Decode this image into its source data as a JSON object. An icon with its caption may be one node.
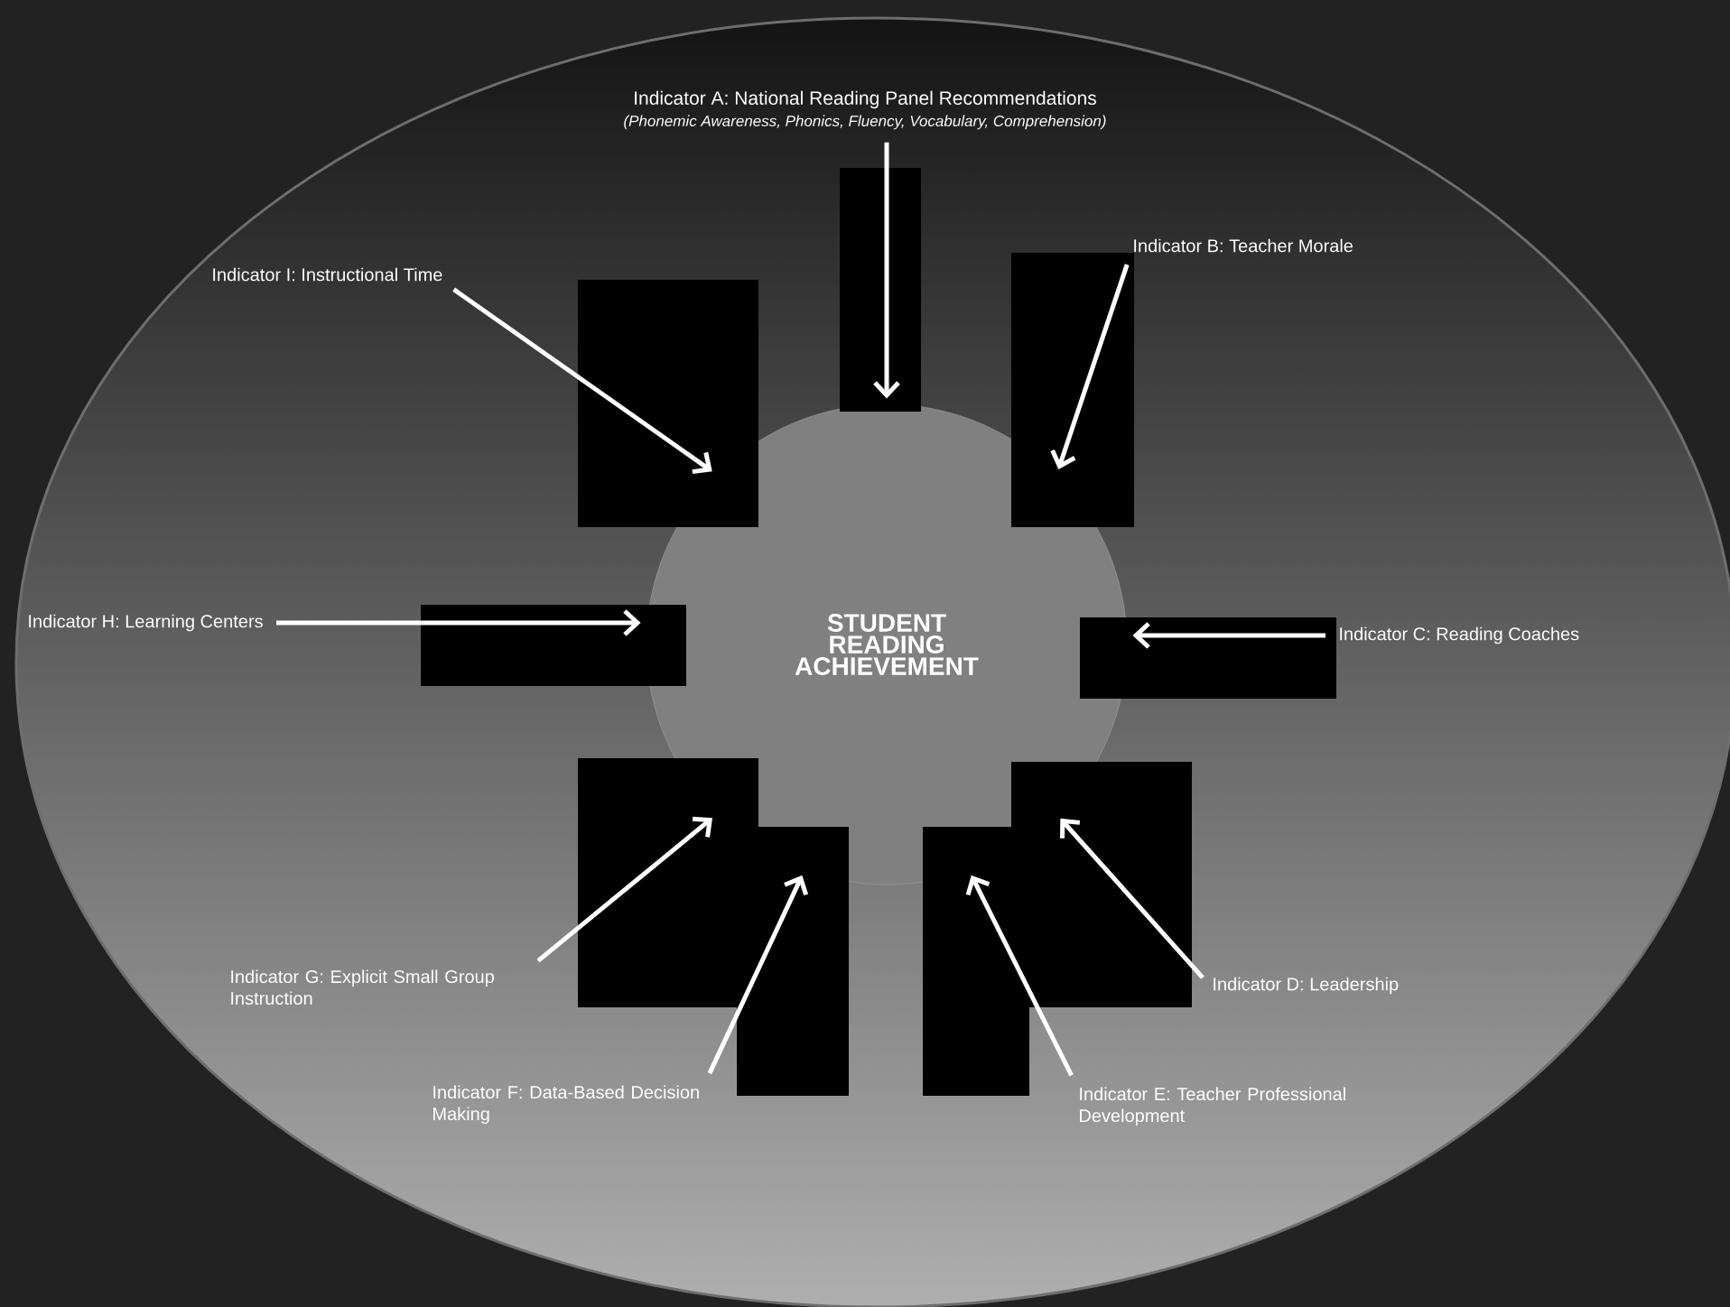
{
  "diagram": {
    "nodes": [
      {
        "text": [
          "Indicator A: National Reading Panel Recommendations",
          "(Phonemic Awareness, Phonics, Fluency, Vocabulary, Comprehension)"
        ]
      },
      {
        "text": [
          "Indicator I: Instructional Time"
        ]
      },
      {
        "text": [
          "Indicator B: Teacher Morale"
        ]
      },
      {
        "text": [
          "Indicator H: Learning Centers"
        ]
      },
      {
        "text": [
          "STUDENT READING ACHIEVEMENT"
        ]
      },
      {
        "text": [
          "Indicator C: Reading Coaches"
        ]
      },
      {
        "text": [
          "Indicator G: Explicit Small Group Instruction"
        ]
      },
      {
        "text": [
          "Indicator D: Leadership"
        ]
      },
      {
        "text": [
          "Indicator F: Data-Based Decision Making"
        ]
      },
      {
        "text": [
          "Indicator E: Teacher Professional Development"
        ]
      }
    ],
    "edges": [
      {
        "from": 0,
        "to": 4,
        "arrow": "to"
      },
      {
        "from": 1,
        "to": 4,
        "arrow": "to"
      },
      {
        "from": 2,
        "to": 4,
        "arrow": "to"
      },
      {
        "from": 3,
        "to": 4,
        "arrow": "to"
      },
      {
        "from": 5,
        "to": 4,
        "arrow": "to"
      },
      {
        "from": 6,
        "to": 4,
        "arrow": "to"
      },
      {
        "from": 7,
        "to": 4,
        "arrow": "to"
      },
      {
        "from": 8,
        "to": 4,
        "arrow": "to"
      },
      {
        "from": 9,
        "to": 4,
        "arrow": "to"
      }
    ]
  }
}
